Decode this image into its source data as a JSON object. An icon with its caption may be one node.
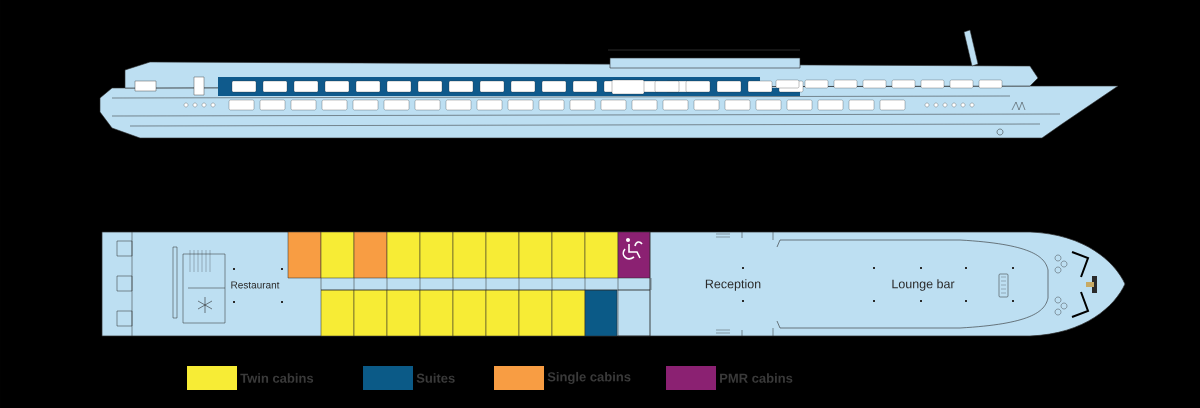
{
  "diagram": {
    "labels": [
      "Restaurant",
      "Reception",
      "Lounge bar"
    ],
    "legend": [
      {
        "text": "Twin cabins",
        "color": "#f7ec35"
      },
      {
        "text": "Suites",
        "color": "#0b5a87"
      },
      {
        "text": "Single cabins",
        "color": "#f89d43"
      },
      {
        "text": "PMR cabins",
        "color": "#8b2172"
      }
    ]
  }
}
